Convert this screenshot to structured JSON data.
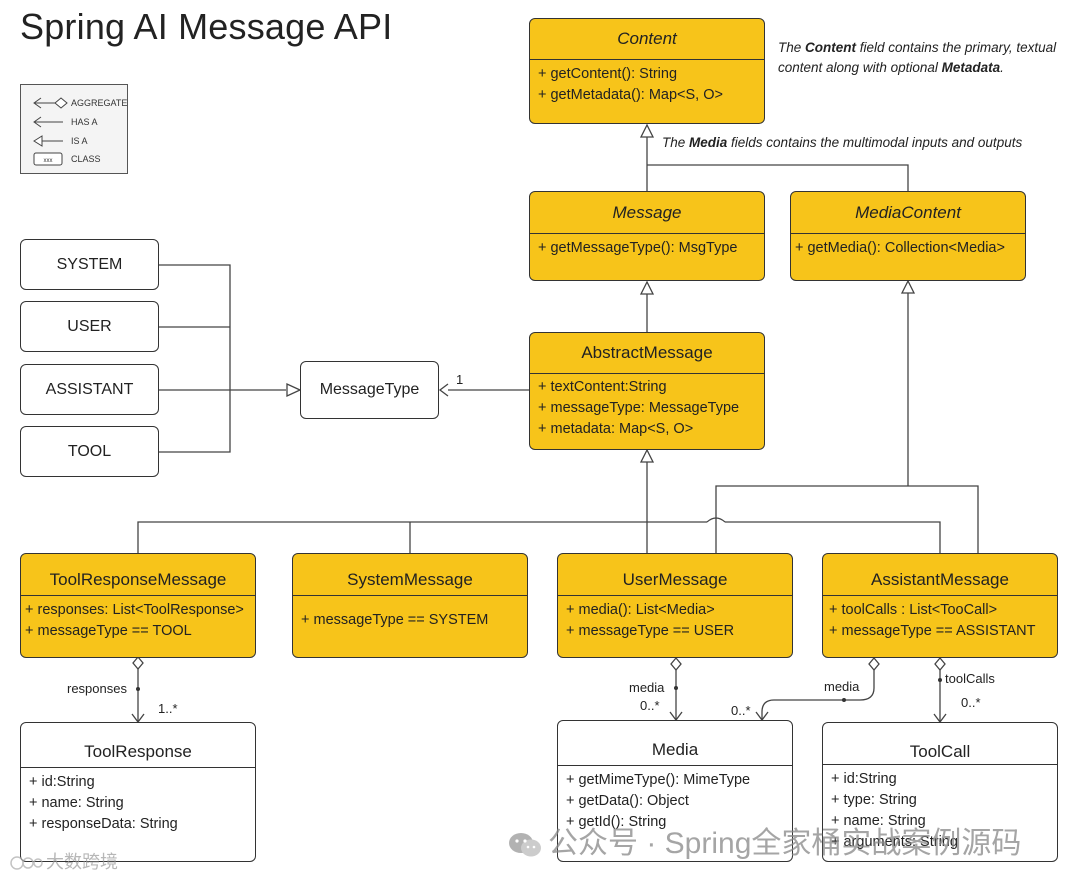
{
  "title": "Spring AI Message API",
  "legend": {
    "items": [
      {
        "key": "aggregate",
        "label": "AGGREGATE"
      },
      {
        "key": "has_a",
        "label": "HAS A"
      },
      {
        "key": "is_a",
        "label": "IS A"
      },
      {
        "key": "class",
        "label": "CLASS",
        "chip": "xxx"
      }
    ]
  },
  "notes": {
    "content_note": {
      "pre": "The ",
      "bold": "Content",
      "mid": " field contains the primary, textual content along with optional ",
      "bold2": "Metadata",
      "post": "."
    },
    "media_note": {
      "pre": "The ",
      "bold": "Media",
      "post": " fields contains the multimodal inputs and outputs"
    }
  },
  "enums": [
    "SYSTEM",
    "USER",
    "ASSISTANT",
    "TOOL"
  ],
  "message_type_box": "MessageType",
  "classes": {
    "content": {
      "name": "Content",
      "attrs": [
        "+ getContent(): String",
        "+ getMetadata(): Map<S, O>"
      ]
    },
    "message": {
      "name": "Message",
      "attrs": [
        "+ getMessageType(): MsgType"
      ]
    },
    "media_content": {
      "name": "MediaContent",
      "attrs": [
        "+ getMedia(): Collection<Media>"
      ]
    },
    "abstract_message": {
      "name": "AbstractMessage",
      "attrs": [
        "+ textContent:String",
        "+ messageType: MessageType",
        "+ metadata: Map<S, O>"
      ]
    },
    "tool_response_message": {
      "name": "ToolResponseMessage",
      "attrs": [
        "+ responses: List<ToolResponse>",
        "+ messageType == TOOL"
      ]
    },
    "system_message": {
      "name": "SystemMessage",
      "attrs": [
        "+ messageType == SYSTEM"
      ]
    },
    "user_message": {
      "name": "UserMessage",
      "attrs": [
        "+ media(): List<Media>",
        "+ messageType == USER"
      ]
    },
    "assistant_message": {
      "name": "AssistantMessage",
      "attrs": [
        "+ toolCalls : List<TooCall>",
        "+ messageType == ASSISTANT"
      ]
    },
    "tool_response": {
      "name": "ToolResponse",
      "attrs": [
        "+ id:String",
        "+ name: String",
        "+ responseData: String"
      ]
    },
    "media": {
      "name": "Media",
      "attrs": [
        "+ getMimeType(): MimeType",
        "+ getData(): Object",
        "+ getId(): String"
      ]
    },
    "tool_call": {
      "name": "ToolCall",
      "attrs": [
        "+ id:String",
        "+ type: String",
        "+ name: String",
        "+ arguments: String"
      ]
    }
  },
  "labels": {
    "one": "1",
    "responses": "responses",
    "responses_mult": "1..*",
    "media_user": "media",
    "media_user_mult": "0..*",
    "media_assistant": "media",
    "media_assistant_mult": "0..*",
    "tool_calls": "toolCalls",
    "tool_calls_mult": "0..*"
  },
  "watermark": {
    "main": "公众号 · Spring全家桶实战案例源码",
    "corner": "大数跨境"
  },
  "colors": {
    "class_fill": "#f7c41a",
    "stroke": "#333333"
  }
}
